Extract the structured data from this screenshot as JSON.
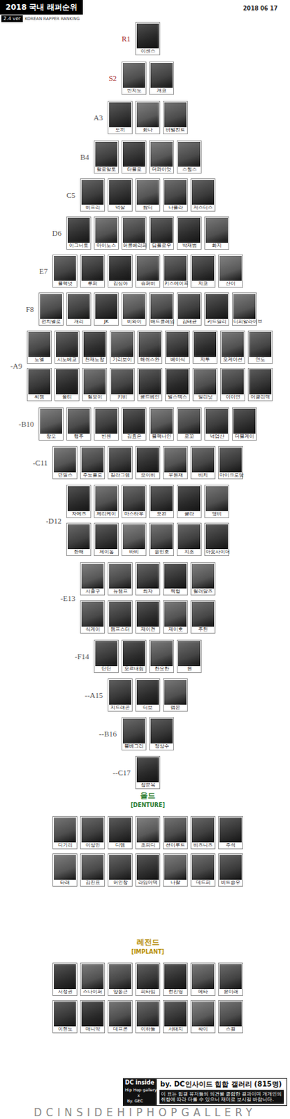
{
  "diagram": {
    "title": "2018 국내 래퍼순위",
    "nodes": [
      {
        "text": [
          "이센스"
        ]
      },
      {
        "text": [
          "빈지노"
        ]
      },
      {
        "text": [
          "개코"
        ]
      },
      {
        "text": [
          "도끼"
        ]
      },
      {
        "text": [
          "화나"
        ]
      },
      {
        "text": [
          "버벌진트"
        ]
      },
      {
        "text": [
          "팔로알토"
        ]
      },
      {
        "text": [
          "타블로"
        ]
      },
      {
        "text": [
          "더콰이엇"
        ]
      },
      {
        "text": [
          "스윙스"
        ]
      },
      {
        "text": [
          "비프리"
        ]
      },
      {
        "text": [
          "넉살"
        ]
      },
      {
        "text": [
          "쌈디"
        ]
      },
      {
        "text": [
          "나플라"
        ]
      },
      {
        "text": [
          "저스디스"
        ]
      },
      {
        "text": [
          "이그니토"
        ]
      },
      {
        "text": [
          "마이노스"
        ]
      },
      {
        "text": [
          "허클베리피"
        ]
      },
      {
        "text": [
          "딥플로우"
        ]
      },
      {
        "text": [
          "박재범"
        ]
      },
      {
        "text": [
          "화지"
        ]
      },
      {
        "text": [
          "블랙넛"
        ]
      },
      {
        "text": [
          "루피"
        ]
      },
      {
        "text": [
          "김심야"
        ]
      },
      {
        "text": [
          "슈퍼비"
        ]
      },
      {
        "text": [
          "키스에이프"
        ]
      },
      {
        "text": [
          "지코"
        ]
      },
      {
        "text": [
          "산이"
        ]
      },
      {
        "text": [
          "펀치넬로"
        ]
      },
      {
        "text": [
          "개리"
        ]
      },
      {
        "text": [
          "JK"
        ]
      },
      {
        "text": [
          "비와이"
        ]
      },
      {
        "text": [
          "배드클레임"
        ]
      },
      {
        "text": [
          "김태균"
        ]
      },
      {
        "text": [
          "키드밀리"
        ]
      },
      {
        "text": [
          "디피알라이브"
        ]
      },
      {
        "text": [
          "노엘"
        ]
      },
      {
        "text": [
          "시노베코"
        ]
      },
      {
        "text": [
          "천재노창"
        ]
      },
      {
        "text": [
          "기리보이"
        ]
      },
      {
        "text": [
          "해쉬스완"
        ]
      },
      {
        "text": [
          "베이식"
        ]
      },
      {
        "text": [
          "지투"
        ]
      },
      {
        "text": [
          "오케이션"
        ]
      },
      {
        "text": [
          "면도"
        ]
      },
      {
        "text": [
          "씨잼"
        ]
      },
      {
        "text": [
          "올티"
        ]
      },
      {
        "text": [
          "릴보이"
        ]
      },
      {
        "text": [
          "키비"
        ]
      },
      {
        "text": [
          "콜드베인"
        ]
      },
      {
        "text": [
          "빌스택스"
        ]
      },
      {
        "text": [
          "일리닛"
        ]
      },
      {
        "text": [
          "이이언"
        ]
      },
      {
        "text": [
          "어글리덕"
        ]
      },
      {
        "text": [
          "창모"
        ]
      },
      {
        "text": [
          "행주"
        ]
      },
      {
        "text": [
          "빈첸"
        ]
      },
      {
        "text": [
          "김효은"
        ]
      },
      {
        "text": [
          "블랙나인"
        ]
      },
      {
        "text": [
          "로꼬"
        ]
      },
      {
        "text": [
          "넉업샨"
        ]
      },
      {
        "text": [
          "더블케이"
        ]
      },
      {
        "text": [
          "던밀스"
        ]
      },
      {
        "text": [
          "주노플로"
        ]
      },
      {
        "text": [
          "킬라그램"
        ]
      },
      {
        "text": [
          "보이비"
        ]
      },
      {
        "text": [
          "우원재"
        ]
      },
      {
        "text": [
          "비치"
        ]
      },
      {
        "text": [
          "마이크로닷"
        ]
      },
      {
        "text": [
          "자메즈"
        ]
      },
      {
        "text": [
          "제리케이"
        ]
      },
      {
        "text": [
          "마스타우"
        ]
      },
      {
        "text": [
          "오왼"
        ]
      },
      {
        "text": [
          "쿨라"
        ]
      },
      {
        "text": [
          "영비"
        ]
      },
      {
        "text": [
          "한해"
        ]
      },
      {
        "text": [
          "제이통"
        ]
      },
      {
        "text": [
          "바비"
        ]
      },
      {
        "text": [
          "송민호"
        ]
      },
      {
        "text": [
          "지조"
        ]
      },
      {
        "text": [
          "아웃사이더"
        ]
      },
      {
        "text": [
          "서출구"
        ]
      },
      {
        "text": [
          "뉴챔프"
        ]
      },
      {
        "text": [
          "최자"
        ]
      },
      {
        "text": [
          "책형"
        ]
      },
      {
        "text": [
          "릴러말즈"
        ]
      },
      {
        "text": [
          "식케이"
        ]
      },
      {
        "text": [
          "챔프스터"
        ]
      },
      {
        "text": [
          "제이켠"
        ]
      },
      {
        "text": [
          "제이호"
        ]
      },
      {
        "text": [
          "주헌"
        ]
      },
      {
        "text": [
          "딘딘"
        ]
      },
      {
        "text": [
          "오르내림"
        ]
      },
      {
        "text": [
          "한요한"
        ]
      },
      {
        "text": [
          "원"
        ]
      },
      {
        "text": [
          "지드래곤"
        ]
      },
      {
        "text": [
          "디보"
        ]
      },
      {
        "text": [
          "랩몬"
        ]
      },
      {
        "text": [
          "블베그리"
        ]
      },
      {
        "text": [
          "정상수"
        ]
      },
      {
        "text": [
          "장문복"
        ]
      },
      {
        "text": [
          "디기리"
        ]
      },
      {
        "text": [
          "이상민"
        ]
      },
      {
        "text": [
          "디템"
        ]
      },
      {
        "text": [
          "조피디"
        ]
      },
      {
        "text": [
          "션이루트"
        ]
      },
      {
        "text": [
          "비즈니즈"
        ]
      },
      {
        "text": [
          "주석"
        ]
      },
      {
        "text": [
          "타래"
        ]
      },
      {
        "text": [
          "김진표"
        ]
      },
      {
        "text": [
          "허인창"
        ]
      },
      {
        "text": [
          "라임어택"
        ]
      },
      {
        "text": [
          "나찰"
        ]
      },
      {
        "text": [
          "데드피"
        ]
      },
      {
        "text": [
          "비트승우"
        ]
      },
      {
        "text": [
          "서정권"
        ]
      },
      {
        "text": [
          "스나이퍼"
        ]
      },
      {
        "text": [
          "양동근"
        ]
      },
      {
        "text": [
          "피타입"
        ]
      },
      {
        "text": [
          "현진영"
        ]
      },
      {
        "text": [
          "메타"
        ]
      },
      {
        "text": [
          "윤미래"
        ]
      },
      {
        "text": [
          "이현도"
        ]
      },
      {
        "text": [
          "매니악"
        ]
      },
      {
        "text": [
          "데프콘"
        ]
      },
      {
        "text": [
          "이하늘"
        ]
      },
      {
        "text": [
          "서태지"
        ]
      },
      {
        "text": [
          "싸이"
        ]
      },
      {
        "text": [
          "스컬"
        ]
      }
    ],
    "labels": [
      "2.4 ver",
      "KOREAN RAPPER RANKING",
      "2018 06 17",
      "R1",
      "S2",
      "A3",
      "B4",
      "C5",
      "D6",
      "E7",
      "F8",
      "-A9",
      "-B10",
      "-C11",
      "-D12",
      "-E13",
      "-F14",
      "--A15",
      "--B16",
      "--C17",
      "올드",
      "[DENTURE]",
      "레전드",
      "[IMPLANT]",
      "DC inside",
      "Hip Hop gallery",
      "x",
      "By. GEC",
      "by. DC인사이드 힙합 갤러리 (815명)",
      "이 표는 힙갤 유저들의 의견을 종합한 결과이며 개개인의 취향에 따라 다를 수 있으니 재미로 보시길 바랍니다.",
      "DCINSIDEHIPHOPGALLERY"
    ]
  }
}
